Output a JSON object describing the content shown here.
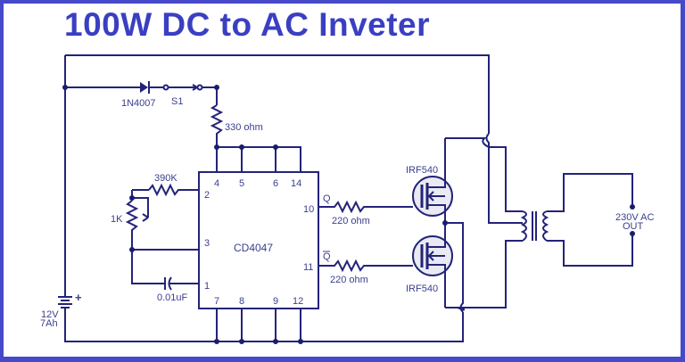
{
  "title": "100W DC to AC Inveter",
  "colors": {
    "title": "#3a3fc2",
    "wire": "#23237a",
    "frame": "#4649c8",
    "label": "#3a3f8e"
  },
  "components": {
    "diode": {
      "label": "1N4007"
    },
    "switch": {
      "label": "S1"
    },
    "resistor_supply": {
      "label": "330 ohm"
    },
    "resistor_timing": {
      "label": "390K"
    },
    "potentiometer": {
      "label": "1K"
    },
    "capacitor": {
      "label": "0.01uF"
    },
    "battery": {
      "label_voltage": "12V",
      "label_capacity": "7Ah",
      "polarity": "+"
    },
    "ic": {
      "label": "CD4047",
      "pins_top": [
        "4",
        "5",
        "6",
        "14"
      ],
      "pins_left": [
        "2",
        "3",
        "1"
      ],
      "pins_right": [
        "10",
        "11"
      ],
      "pins_bottom": [
        "7",
        "8",
        "9",
        "12"
      ],
      "output_q": "Q",
      "output_qbar": "Q"
    },
    "gate_resistor_1": {
      "label": "220 ohm"
    },
    "gate_resistor_2": {
      "label": "220 ohm"
    },
    "mosfet_top": {
      "label": "IRF540"
    },
    "mosfet_bottom": {
      "label": "IRF540"
    },
    "output": {
      "line1": "230V AC",
      "line2": "OUT"
    }
  }
}
